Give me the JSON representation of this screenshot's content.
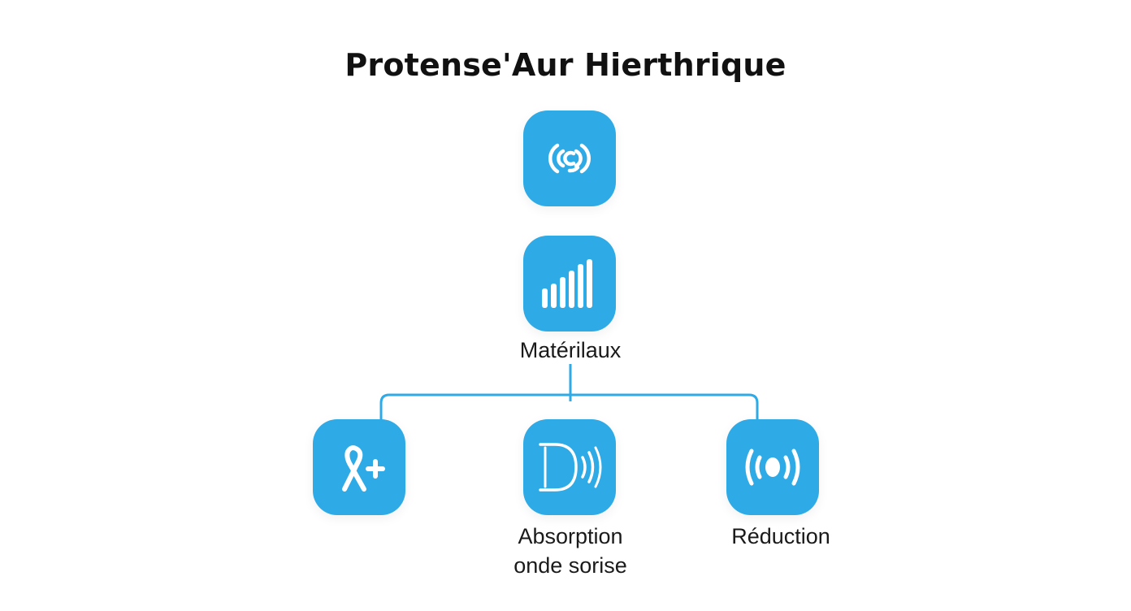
{
  "title": "Protense'Aur Hierthrique",
  "colors": {
    "node_fill": "#2eaae6",
    "connector": "#2eaae6",
    "icon": "#ffffff",
    "text": "#1a1a1a"
  },
  "nodes": {
    "top": {
      "icon": "radiating-signal-icon",
      "label": ""
    },
    "materials": {
      "icon": "bar-graph-icon",
      "label": "Matérilaux"
    },
    "left": {
      "icon": "ribbon-plus-icon",
      "label": ""
    },
    "absorption": {
      "icon": "sound-wave-d-icon",
      "label_line1": "Absorption",
      "label_line2": "onde sorise"
    },
    "reduction": {
      "icon": "broadcast-icon",
      "label": "Réduction"
    }
  }
}
